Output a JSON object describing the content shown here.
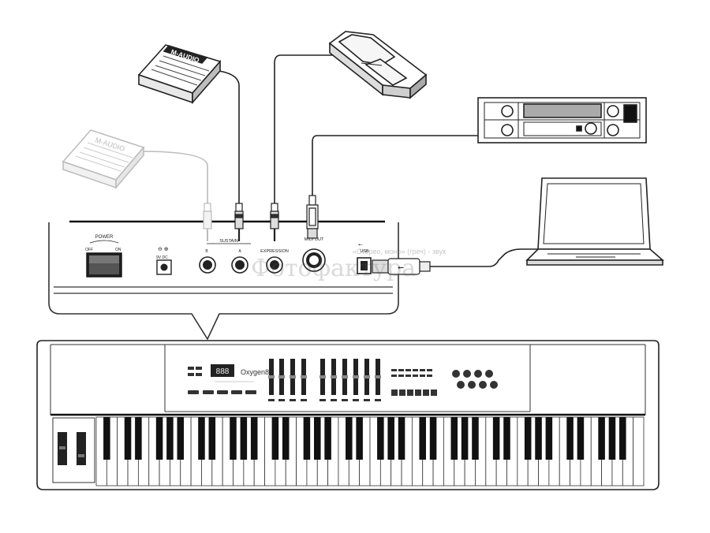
{
  "brand_label": "M-AUDIO",
  "product_label": "Oxygen88",
  "panel": {
    "power_label": "POWER",
    "off_label": "OFF",
    "on_label": "ON",
    "dc_label": "9V DC",
    "sustain_label": "SUSTAIN",
    "expression_label": "EXPRESSION",
    "midi_out_label": "MIDI OUT",
    "usb_label": "USB",
    "jack_b_label": "B",
    "jack_a_label": "A"
  },
  "watermark": {
    "main": "Фотофактура",
    "small": "«Стерео, моно» (греч) - звук"
  },
  "keyboard": {
    "display_value": "888",
    "white_key_count": 52
  }
}
